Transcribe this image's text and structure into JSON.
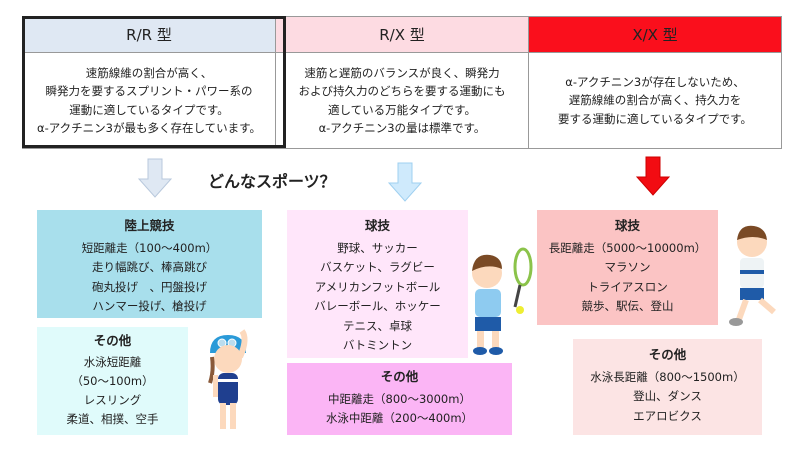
{
  "types": [
    {
      "title": "R/R 型",
      "color": "#dfe8f3",
      "lines": [
        "速筋線維の割合が高く、",
        "瞬発力を要するスプリント・パワー系の",
        "運動に適しているタイプです。",
        "α-アクチニン3が最も多く存在しています。"
      ]
    },
    {
      "title": "R/X 型",
      "color": "#fddbe2",
      "lines": [
        "速筋と遅筋のバランスが良く、瞬発力",
        "および持久力のどちらを要する運動にも",
        "適している万能タイプです。",
        "α-アクチニン3の量は標準です。"
      ]
    },
    {
      "title": "X/X 型",
      "color": "#fa0f1c",
      "lines": [
        "α-アクチニン3が存在しないため、",
        "遅筋線維の割合が高く、持久力を",
        "要する運動に適しているタイプです。"
      ]
    }
  ],
  "question": "どんなスポーツ？",
  "arrow_colors": [
    "#dfe8f3",
    "#cfeafc",
    "#f20c12"
  ],
  "boxes": {
    "rr_main": {
      "title": "陸上競技",
      "color": "#a8dfec",
      "lines": [
        "短距離走（100～400m）",
        "走り幅跳び、棒高跳び",
        "砲丸投げ　、円盤投げ",
        "ハンマー投げ、槍投げ"
      ]
    },
    "rr_other": {
      "title": "その他",
      "color": "#e0fbfb",
      "lines": [
        "水泳短距離",
        "（50～100m）",
        "レスリング",
        "柔道、相撲、空手"
      ]
    },
    "rx_main": {
      "title": "球技",
      "color": "#ffe6fa",
      "lines": [
        "野球、サッカー",
        "バスケット、ラグビー",
        "アメリカンフットボール",
        "バレーボール、ホッケー",
        "テニス、卓球",
        "バトミントン"
      ]
    },
    "rx_other": {
      "title": "その他",
      "color": "#fbb5f5",
      "lines": [
        "中距離走（800～3000m）",
        "水泳中距離（200～400m）"
      ]
    },
    "xx_main": {
      "title": "球技",
      "color": "#fbc4c4",
      "lines": [
        "長距離走（5000～10000m）",
        "マラソン",
        "トライアスロン",
        "競歩、駅伝、登山"
      ]
    },
    "xx_other": {
      "title": "その他",
      "color": "#fce4e4",
      "lines": [
        "水泳長距離（800～1500m）",
        "登山、ダンス",
        "エアロビクス"
      ]
    }
  }
}
